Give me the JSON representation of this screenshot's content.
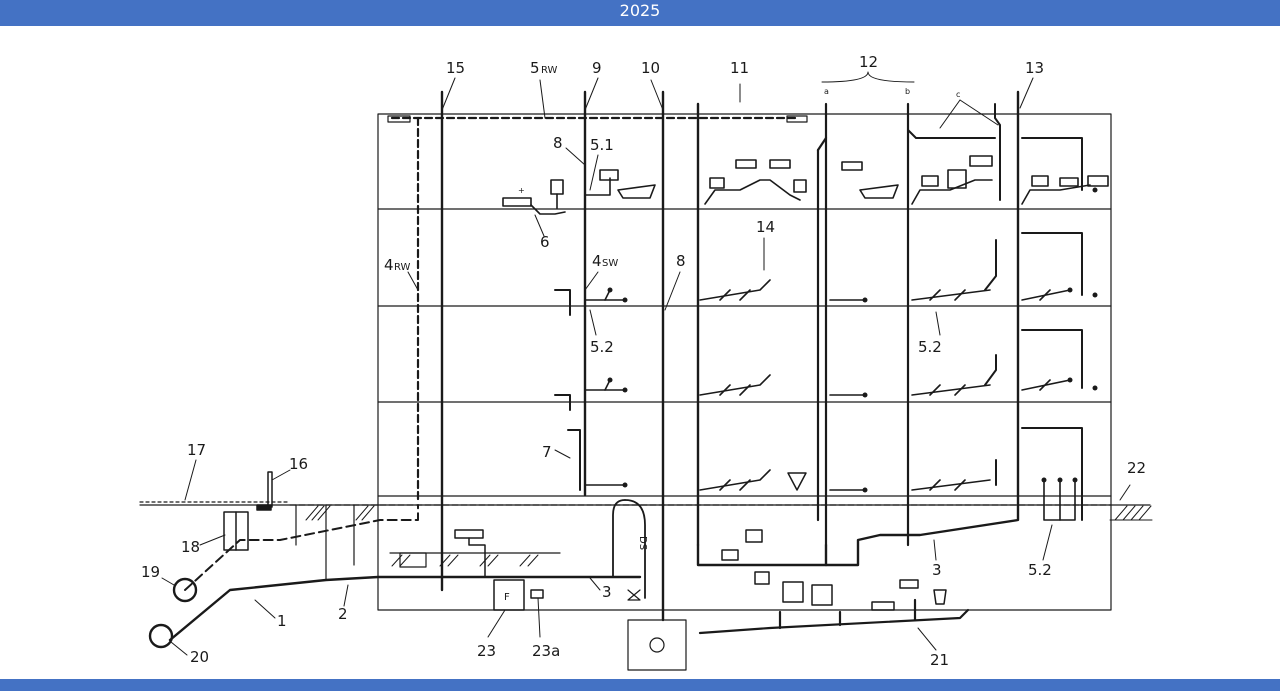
{
  "header": {
    "title": "2025"
  },
  "colors": {
    "bar": "#4472c4",
    "line": "#1a1a1a"
  },
  "labels": {
    "l1": "1",
    "l2": "2",
    "l3a": "3",
    "l3b": "3",
    "l4rw": "4",
    "l4rw_sub": "RW",
    "l4sw": "4",
    "l4sw_sub": "SW",
    "l5rw": "5",
    "l5rw_sub": "RW",
    "l51": "5.1",
    "l52a": "5.2",
    "l52b": "5.2",
    "l52c": "5.2",
    "l6": "6",
    "l7": "7",
    "l8a": "8",
    "l8b": "8",
    "l9": "9",
    "l10": "10",
    "l11": "11",
    "l12": "12",
    "l12a": "a",
    "l12b": "b",
    "l13": "13",
    "l14": "14",
    "l15": "15",
    "l16": "16",
    "l17": "17",
    "l18": "18",
    "l19": "19",
    "l20": "20",
    "l21": "21",
    "l22": "22",
    "l23": "23",
    "l23a": "23a",
    "lc": "c",
    "lds": "DS",
    "lf": "F",
    "lplus": "+"
  }
}
